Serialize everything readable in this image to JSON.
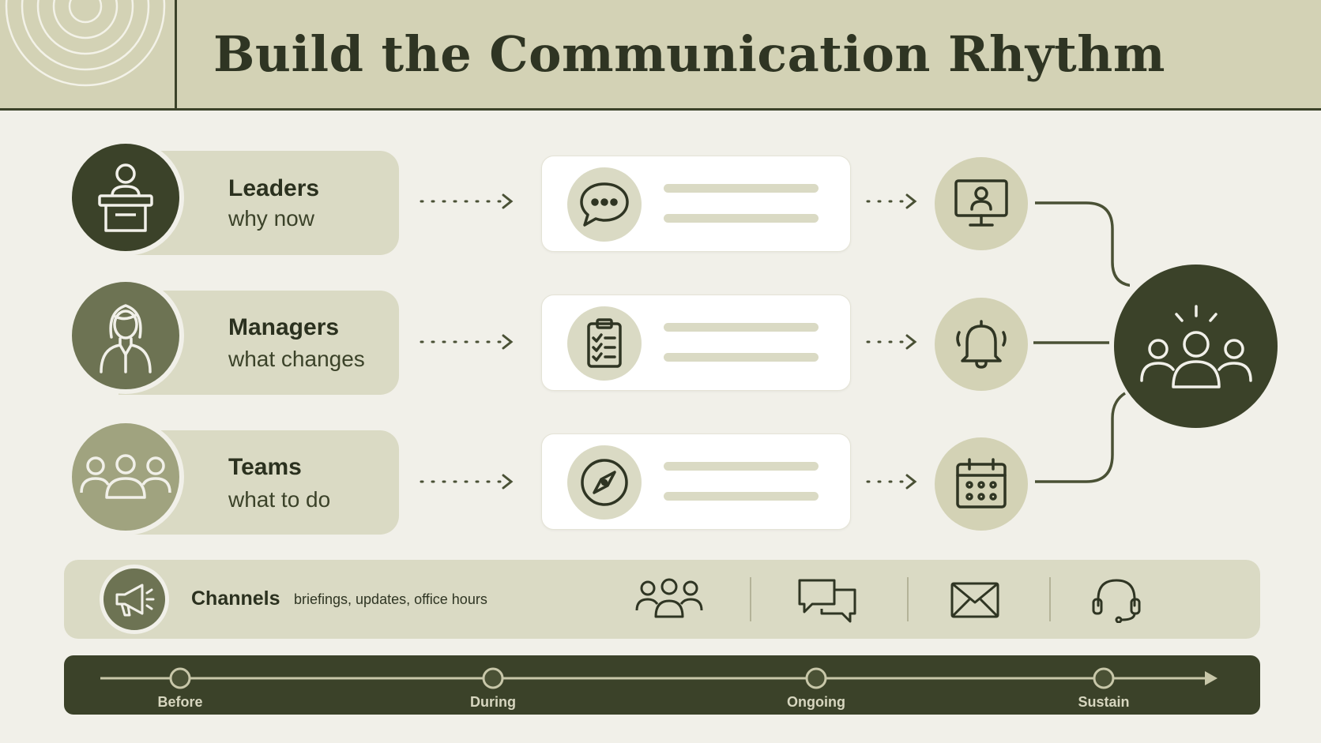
{
  "title": "Build the Communication Rhythm",
  "audiences": [
    {
      "title": "Leaders",
      "subtitle": "why now",
      "icon": "podium-speaker-icon",
      "message_icon": "chat-bubble-icon",
      "format_icon": "video-presenter-icon"
    },
    {
      "title": "Managers",
      "subtitle": "what changes",
      "icon": "woman-person-icon",
      "message_icon": "checklist-clipboard-icon",
      "format_icon": "bell-icon"
    },
    {
      "title": "Teams",
      "subtitle": "what to do",
      "icon": "group-people-icon",
      "message_icon": "compass-icon",
      "format_icon": "calendar-icon"
    }
  ],
  "hub_icon": "team-celebration-icon",
  "channels": {
    "title": "Channels",
    "subtitle": "briefings, updates, office hours",
    "icon": "megaphone-icon",
    "items": [
      "people-group-icon",
      "chat-bubbles-icon",
      "envelope-icon",
      "headset-icon"
    ]
  },
  "timeline": {
    "stages": [
      "Before",
      "During",
      "Ongoing",
      "Sustain"
    ]
  },
  "colors": {
    "dark_olive": "#3b4229",
    "mid_olive": "#6d7353",
    "light_olive": "#848a66",
    "sage": "#d3d2b5",
    "pill": "#dadac4",
    "background": "#f1f0e9"
  }
}
